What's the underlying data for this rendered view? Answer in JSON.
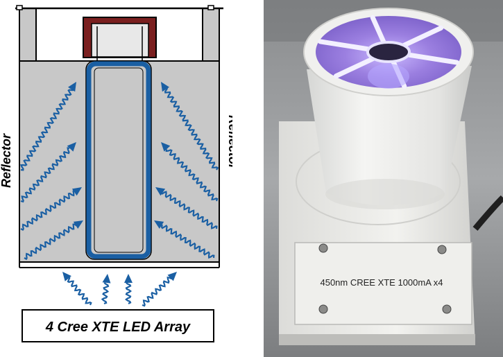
{
  "diagram": {
    "left_label": "Reflector",
    "right_label": "Reflector",
    "array_label": "4 Cree XTE LED Array"
  },
  "photo": {
    "plate_label": "450nm CREE XTE 1000mA x4"
  },
  "colors": {
    "reflector_fill": "#c8c8c8",
    "tube_outline": "#1a5fa3",
    "wave_blue": "#1a5fa3",
    "cap_brown": "#7a1f1f",
    "led_violet": "#9b7fe0"
  }
}
